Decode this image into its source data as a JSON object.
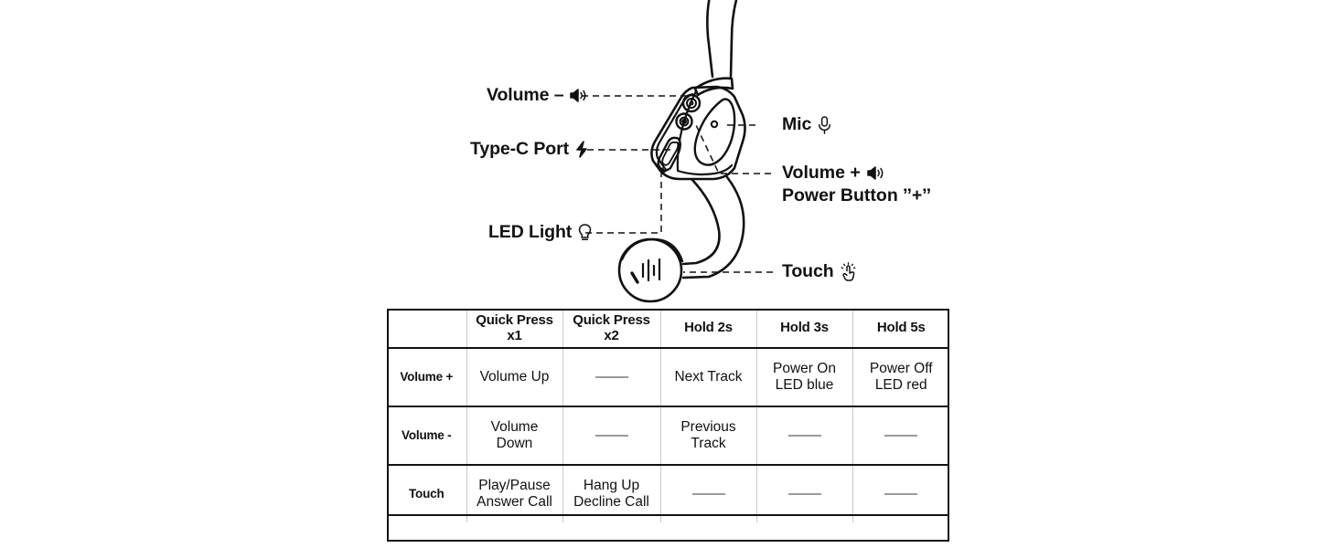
{
  "diagram": {
    "title": "Bone conduction headphone control diagram",
    "callouts": [
      {
        "id": "volume-minus",
        "label": "Volume –",
        "icon": "speaker-icon",
        "side": "left"
      },
      {
        "id": "type-c-port",
        "label": "Type-C Port",
        "icon": "lightning-bolt-icon",
        "side": "left"
      },
      {
        "id": "led-light",
        "label": "LED Light",
        "icon": "lightbulb-icon",
        "side": "left"
      },
      {
        "id": "mic",
        "label": "Mic",
        "icon": "microphone-icon",
        "side": "right"
      },
      {
        "id": "volume-plus",
        "label": "Volume +",
        "icon": "speaker-icon",
        "side": "right",
        "sublabel": "Power Button ˮ+ˮ"
      },
      {
        "id": "touch",
        "label": "Touch",
        "icon": "tap-hand-icon",
        "side": "right"
      }
    ]
  },
  "table": {
    "headers": [
      "",
      "Quick Press x1",
      "Quick Press x2",
      "Hold 2s",
      "Hold 3s",
      "Hold 5s"
    ],
    "rows": [
      {
        "label": "Volume +",
        "cells": [
          "Volume Up",
          "—",
          "Next Track",
          "Power On\nLED blue",
          "Power Off\nLED red"
        ]
      },
      {
        "label": "Volume -",
        "cells": [
          "Volume\nDown",
          "—",
          "Previous\nTrack",
          "—",
          "—"
        ]
      },
      {
        "label": "Touch",
        "cells": [
          "Play/Pause\nAnswer Call",
          "Hang Up\nDecline Call",
          "—",
          "—",
          "—"
        ]
      }
    ],
    "footer_row": [
      "",
      "",
      "",
      "",
      "",
      ""
    ],
    "na_marker": "—"
  },
  "colors": {
    "ink": "#111111",
    "rule_strong": "#111111",
    "rule_light": "#c9c9c9",
    "na_dash": "#9a9a9a",
    "background": "#ffffff"
  }
}
